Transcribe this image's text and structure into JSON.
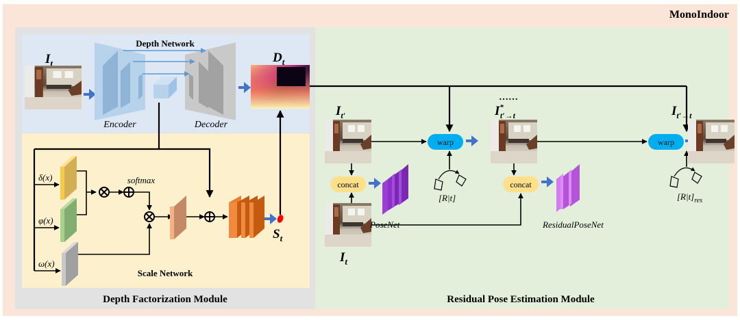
{
  "title": "MonoIndoor",
  "modules": {
    "depth_factorization": "Depth Factorization Module",
    "residual_pose": "Residual Pose Estimation Module"
  },
  "depth_network": {
    "title": "Depth Network",
    "encoder": "Encoder",
    "decoder": "Decoder",
    "input_label_main": "I",
    "input_label_sub": "t",
    "output_label_main": "D",
    "output_label_sub": "t"
  },
  "scale_network": {
    "title": "Scale Network",
    "branches": [
      "δ(x)",
      "φ(x)",
      "ω(x)"
    ],
    "softmax": "softmax",
    "output_label_main": "S",
    "output_label_sub": "t"
  },
  "pose": {
    "source_main": "I",
    "source_sub": "t′",
    "target_main": "I",
    "target_sub": "t",
    "intermediate_main": "I",
    "intermediate_sup": "*",
    "intermediate_sub": "t′→t",
    "final_main": "I",
    "final_sub": "t′→t",
    "ellipsis": "……",
    "warp1": "warp",
    "warp2": "warp",
    "concat1": "concat",
    "concat2": "concat",
    "posenet": "PoseNet",
    "residual_posenet": "ResidualPoseNet",
    "rt": "[R|t]",
    "rt_res_main": "[R|t]",
    "rt_res_sub": "res"
  },
  "colors": {
    "outer_bg": "#fae5d8",
    "depth_module_bg": "#e2e2e2",
    "depth_net_bg": "#dde8f4",
    "scale_net_bg": "#fdf0cd",
    "pose_module_bg": "#e3eedb",
    "warp": "#00aeef",
    "concat": "#ffe08a",
    "arrow_blue": "#4472c4",
    "encoder": "#9dc3e6",
    "decoder": "#b4b4b4",
    "posenet": "#9b3fd4",
    "residual_posenet": "#cc66ee",
    "scale_out": "#ed7d31"
  }
}
